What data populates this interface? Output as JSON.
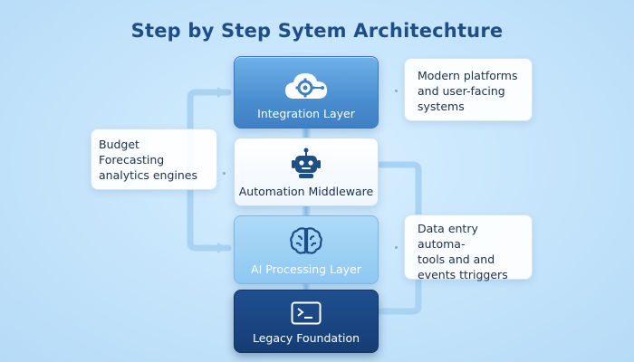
{
  "title": "Step by Step Sytem Architechture",
  "layers": [
    {
      "label": "Integration Layer",
      "icon": "cloud-gear-icon"
    },
    {
      "label": "Automation Middleware",
      "icon": "robot-icon"
    },
    {
      "label": "AI Processing Layer",
      "icon": "brain-icon"
    },
    {
      "label": "Legacy Foundation",
      "icon": "terminal-icon"
    }
  ],
  "notes": {
    "top": {
      "lines": [
        "Modern platforms",
        "and user-facing",
        "systems"
      ]
    },
    "left": {
      "lines": [
        "Budget",
        "Forecasting",
        "analytics engines"
      ]
    },
    "bottom": {
      "lines": [
        "Data entry",
        "automa-",
        "tools and and",
        "events ttriggers"
      ]
    }
  },
  "colors": {
    "title": "#1f4e86",
    "integration": "#4a8fd0",
    "middleware": "#ffffff",
    "ai_processing": "#8ec8f1",
    "legacy": "#163d74",
    "connector": "#a8d3f2"
  }
}
